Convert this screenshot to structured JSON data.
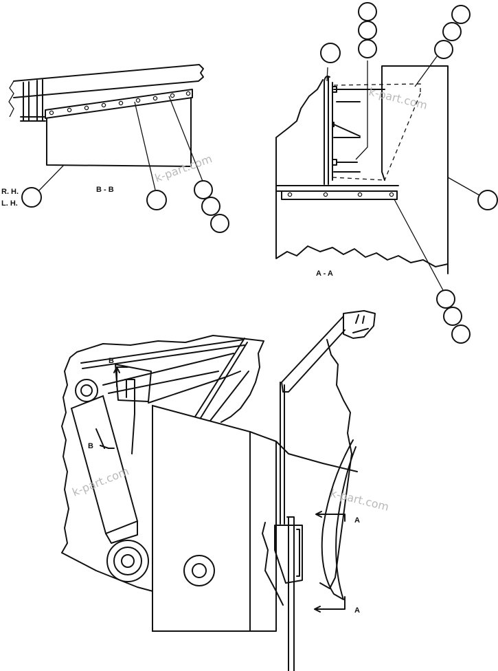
{
  "views": {
    "section_bb": {
      "title": "B - B",
      "side_labels": [
        "R. H.",
        "L. H."
      ]
    },
    "section_aa": {
      "title": "A - A"
    },
    "main": {
      "arrow_b_upper": "B",
      "arrow_b_lower": "B",
      "arrow_a_upper": "A",
      "arrow_a_lower": "A"
    }
  },
  "watermark": "k-part.com",
  "callout_count": 16
}
